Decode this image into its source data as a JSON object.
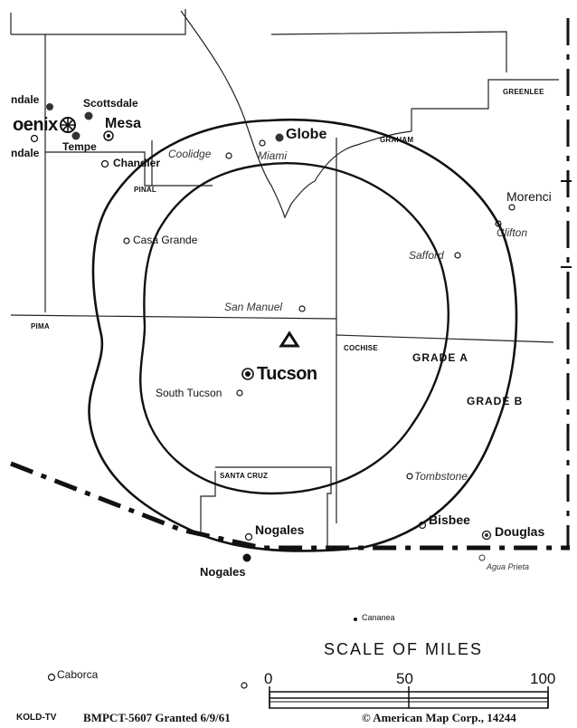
{
  "counties": {
    "greenlee": "GREENLEE",
    "graham": "GRAHAM",
    "pinal": "PINAL",
    "pima": "PIMA",
    "cochise": "COCHISE",
    "santa_cruz": "SANTA CRUZ"
  },
  "cities": {
    "glendale_top": "ndale",
    "phoenix": "oenix",
    "glendale_bottom": "ndale",
    "scottsdale": "Scottsdale",
    "mesa": "Mesa",
    "tempe": "Tempe",
    "chandler": "Chandler",
    "coolidge": "Coolidge",
    "miami": "Miami",
    "globe": "Globe",
    "morenci": "Morenci",
    "clifton": "Clifton",
    "casa_grande": "Casa Grande",
    "safford": "Safford",
    "san_manuel": "San Manuel",
    "tucson": "Tucson",
    "south_tucson": "South Tucson",
    "tombstone": "Tombstone",
    "bisbee": "Bisbee",
    "douglas": "Douglas",
    "agua_prieta": "Agua Prieta",
    "nogales_us": "Nogales",
    "nogales_mx": "Nogales",
    "cananea": "Cananea",
    "caborca": "Caborca"
  },
  "contours": {
    "grade_a": "GRADE A",
    "grade_b": "GRADE B"
  },
  "scale": {
    "title": "SCALE OF MILES",
    "tick_0": "0",
    "tick_50": "50",
    "tick_100": "100"
  },
  "footer": {
    "station": "KOLD-TV",
    "permit": "BMPCT-5607 Granted 6/9/61",
    "copyright": "© American Map Corp., 14244"
  }
}
